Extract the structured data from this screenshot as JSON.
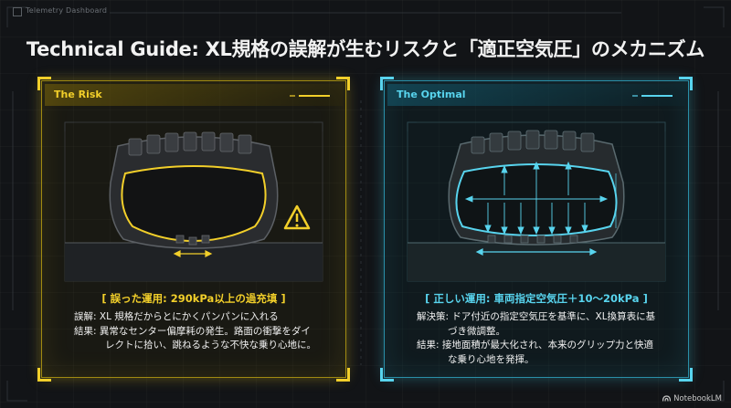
{
  "window": {
    "title": "Telemetry Dashboard"
  },
  "slide_title": "Technical Guide: XL規格の誤解が生むリスクと「適正空気圧」のメカニズム",
  "panels": {
    "risk": {
      "header": "The Risk",
      "caption": "[ 誤った運用: 290kPa以上の過充填 ]",
      "lines": [
        "誤解: XL 規格だからとにかくパンパンに入れる",
        "結果: 異常なセンター偏摩耗の発生。路面の衝撃をダイ",
        "レクトに拾い、跳ねるような不快な乗り心地に。"
      ],
      "icon": "warning-triangle-icon",
      "accent": "#f2cf2a"
    },
    "optimal": {
      "header": "The Optimal",
      "caption": "[ 正しい運用: 車両指定空気圧＋10〜20kPa ]",
      "lines": [
        "解決策: ドア付近の指定空気圧を基準に、XL換算表に基",
        "づき微調整。",
        "結果: 接地面積が最大化され、本来のグリップ力と快適",
        "な乗り心地を発揮。"
      ],
      "accent": "#58d4ee"
    }
  },
  "branding": {
    "label": "NotebookLM"
  },
  "colors": {
    "background": "#121417",
    "risk_accent": "#f2cf2a",
    "optimal_accent": "#58d4ee"
  }
}
